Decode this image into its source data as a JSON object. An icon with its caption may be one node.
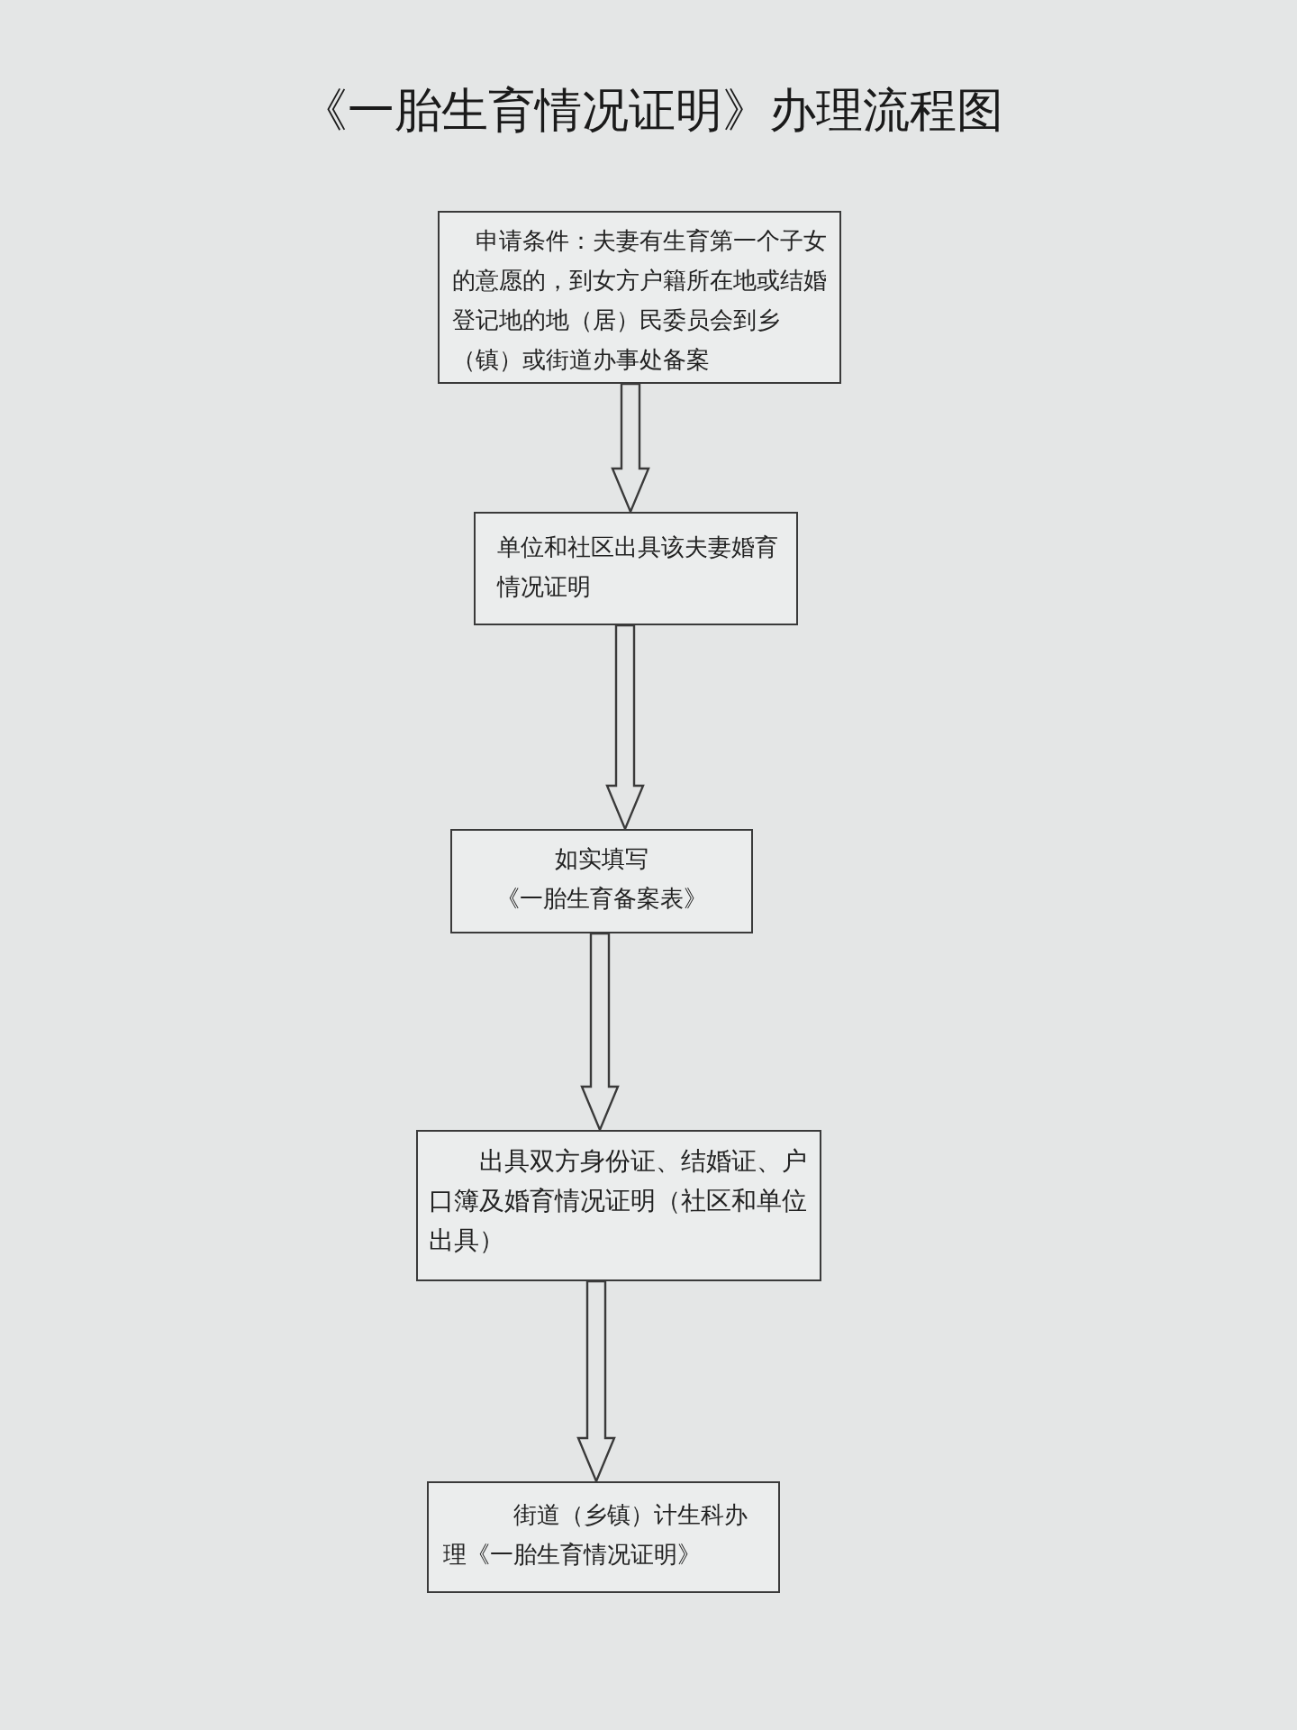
{
  "diagram": {
    "title": "《一胎生育情况证明》办理流程图",
    "nodes": [
      {
        "text": [
          "申请条件：夫妻有生育第一个子女的意愿的，到女方户籍所在地或结婚登记地的地（居）民委员会到乡（镇）或街道办事处备案"
        ]
      },
      {
        "text": [
          "单位和社区出具该夫妻婚育情况证明"
        ]
      },
      {
        "text": [
          "如实填写《一胎生育备案表》"
        ]
      },
      {
        "text": [
          "出具双方身份证、结婚证、户口簿及婚育情况证明（社区和单位出具）"
        ]
      },
      {
        "text": [
          "街道（乡镇）计生科办理《一胎生育情况证明》"
        ]
      }
    ],
    "edges": [
      {
        "from": 0,
        "to": 1,
        "arrow": "to"
      },
      {
        "from": 1,
        "to": 2,
        "arrow": "to"
      },
      {
        "from": 2,
        "to": 3,
        "arrow": "to"
      },
      {
        "from": 3,
        "to": 4,
        "arrow": "to"
      }
    ]
  }
}
